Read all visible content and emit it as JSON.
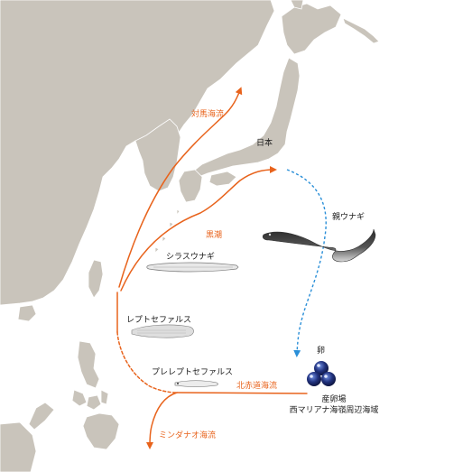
{
  "labels": {
    "tsushima_current": "対馬海流",
    "japan": "日本",
    "kuroshio": "黒潮",
    "adult_eel": "親ウナギ",
    "glass_eel": "シラスウナギ",
    "leptocephalus": "レプトセファルス",
    "pre_leptocephalus": "プレレプトセファルス",
    "north_equatorial_current": "北赤道海流",
    "egg": "卵",
    "spawning_ground": "産卵場",
    "spawning_area": "西マリアナ海嶺周辺海域",
    "mindanao_current": "ミンダナオ海流"
  },
  "colors": {
    "ocean": "#ffffff",
    "land": "#c9c4bb",
    "current": "#e8631c",
    "migration": "#2a8fd8",
    "egg": "#1d2a6e"
  }
}
